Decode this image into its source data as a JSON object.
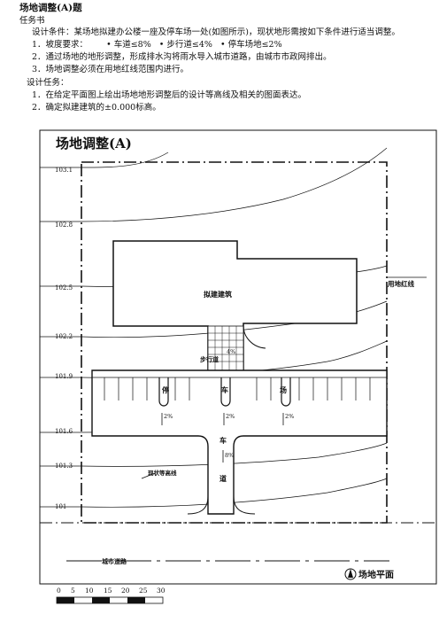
{
  "document": {
    "heading": "场地调整(A)题",
    "subheading": "任务书",
    "conditions": "设计条件：某场地拟建办公楼一座及停车场一处(如图所示)，现状地形需按如下条件进行适当调整。",
    "requirements": [
      {
        "prefix": "1．坡度要求：",
        "items": [
          "• 车道≤8%",
          "• 步行道≤4%",
          "• 停车场地≤2%"
        ]
      },
      {
        "text": "2．通过场地的地形调整，形成排水沟将雨水导入城市道路，由城市市政网排出。"
      },
      {
        "text": "3．场地调整必须在用地红线范围内进行。"
      }
    ],
    "tasks_heading": "设计任务：",
    "tasks": [
      "1．在给定平面图上绘出场地地形调整后的设计等高线及相关的图面表达。",
      "2．确定拟建建筑的±0.000标高。"
    ]
  },
  "drawing": {
    "title": "场地调整(A)",
    "contour_labels": [
      "103.1",
      "102.8",
      "102.5",
      "102.2",
      "101.9",
      "101.6",
      "101.3",
      "101"
    ],
    "building_label": "拟建建筑",
    "walkway_label": "步行道",
    "walkway_slope": "4%",
    "parking_chars": [
      "停",
      "车",
      "场"
    ],
    "parking_slopes": [
      "2%",
      "2%",
      "2%"
    ],
    "driveway_chars": [
      "车",
      "道"
    ],
    "driveway_slope": "8%",
    "contour_legend": "现状等高线",
    "site_line_label": "用地红线",
    "road_label": "城市道路",
    "plan_label": "场地平面",
    "scale_ticks": [
      "0",
      "5",
      "10",
      "15",
      "20",
      "25",
      "30"
    ]
  }
}
